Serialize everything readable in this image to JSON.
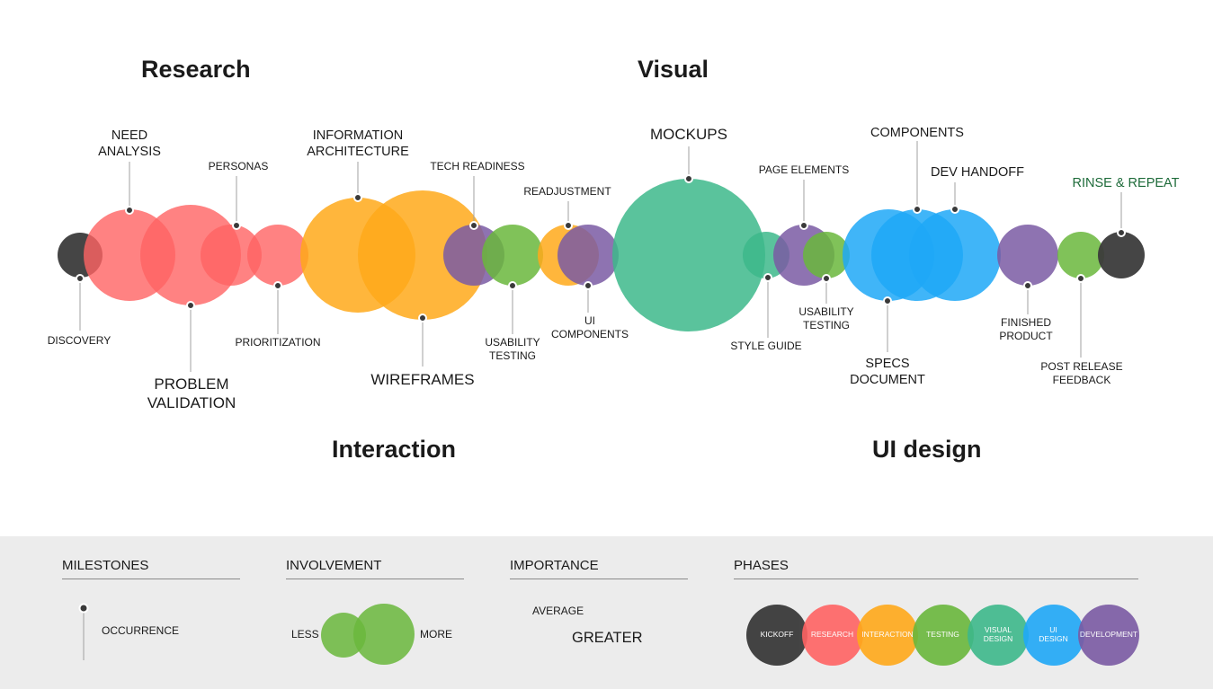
{
  "phases": {
    "research": "Research",
    "visual": "Visual",
    "interaction": "Interaction",
    "ui_design": "UI design"
  },
  "milestones": {
    "discovery": "DISCOVERY",
    "need_analysis": "NEED\nANALYSIS",
    "problem_validation": "PROBLEM\nVALIDATION",
    "personas": "PERSONAS",
    "prioritization": "PRIORITIZATION",
    "information_architecture": "INFORMATION\nARCHITECTURE",
    "wireframes": "WIREFRAMES",
    "tech_readiness": "TECH READINESS",
    "usability_testing_1": "USABILITY\nTESTING",
    "readjustment": "READJUSTMENT",
    "ui_components": "UI\nCOMPONENTS",
    "mockups": "MOCKUPS",
    "style_guide": "STYLE GUIDE",
    "page_elements": "PAGE ELEMENTS",
    "usability_testing_2": "USABILITY\nTESTING",
    "components": "COMPONENTS",
    "specs_document": "SPECS\nDOCUMENT",
    "dev_handoff": "DEV HANDOFF",
    "finished_product": "FINISHED\nPRODUCT",
    "post_release_feedback": "POST RELEASE\nFEEDBACK",
    "rinse_repeat": "RINSE & REPEAT"
  },
  "colors": {
    "kickoff": "#3b3b3b",
    "research": "#ff6363",
    "interaction": "#ffa91a",
    "testing": "#6ab73c",
    "visual_design": "#3db88b",
    "ui_design": "#1fa8f7",
    "development": "#7a5aa3",
    "accent_text": "#1e6b3a"
  },
  "legend": {
    "milestones": {
      "title": "MILESTONES",
      "item": "OCCURRENCE"
    },
    "involvement": {
      "title": "INVOLVEMENT",
      "less": "LESS",
      "more": "MORE"
    },
    "importance": {
      "title": "IMPORTANCE",
      "average": "AVERAGE",
      "greater": "GREATER"
    },
    "phases": {
      "title": "PHASES",
      "items": [
        "KICKOFF",
        "RESEARCH",
        "INTERACTION",
        "TESTING",
        "VISUAL\nDESIGN",
        "UI\nDESIGN",
        "DEVELOPMENT"
      ]
    }
  }
}
